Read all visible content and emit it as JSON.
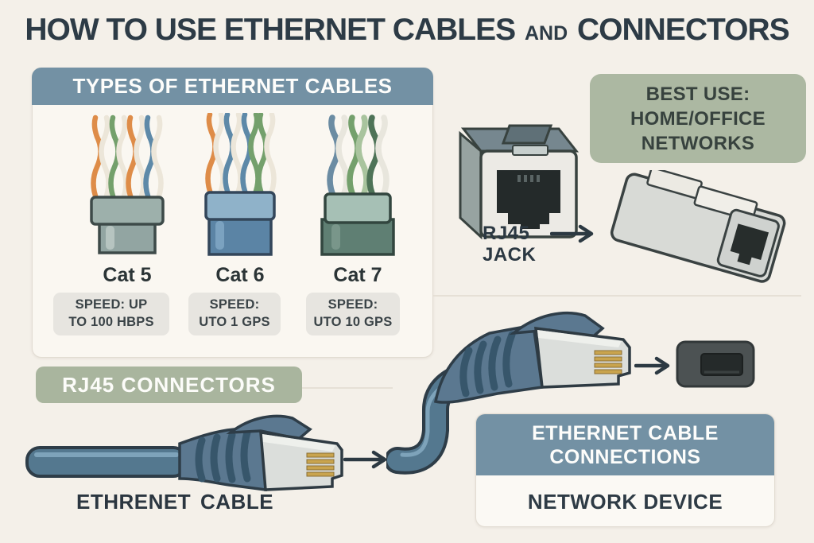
{
  "title": {
    "main_before_and": "HOW TO USE ETHERNET CABLES",
    "and_word": "AND",
    "main_after_and": "CONNECTORS"
  },
  "cable_types_panel": {
    "header": "TYPES OF ETHERNET CABLES",
    "cables": [
      {
        "label": "Cat 5",
        "speed_line1": "SPEED: UP",
        "speed_line2": "TO 100 HBPS"
      },
      {
        "label": "Cat 6",
        "speed_line1": "SPEED:",
        "speed_line2": "UTO 1 GPS"
      },
      {
        "label": "Cat 7",
        "speed_line1": "SPEED:",
        "speed_line2": "UTO 10 GPS"
      }
    ]
  },
  "best_use_box": {
    "line1": "BEST USE:",
    "line2": "HOME/OFFICE",
    "line3": "NETWORKS"
  },
  "rj45_jack_label": {
    "line1": "RJ45",
    "line2": "JACK"
  },
  "rj45_connectors_bar": {
    "label": "RJ45 CONNECTORS"
  },
  "ethernet_cable_label": {
    "word1": "ETHRENET",
    "word2": "CABLE"
  },
  "connections_card": {
    "header_line1": "ETHERNET CABLE",
    "header_line2": "CONNECTIONS",
    "body_label": "NETWORK DEVICE"
  },
  "colors": {
    "background": "#f4f0e9",
    "title_text": "#2d3b46",
    "blue_header": "#7391a4",
    "panel_bg": "#faf7f1",
    "speed_box_bg": "#e7e5e0",
    "sage_green": "#acb8a2",
    "sage_bar": "#a9b59e",
    "cable_blue": "#54788f",
    "metal_gray": "#dcdfdd",
    "gold_pins": "#c9a44e",
    "port_gray": "#4c5253",
    "wire_orange": "#de8c48",
    "wire_green": "#74a06c",
    "wire_blue": "#5d89a8",
    "wire_cream": "#ece6d9"
  }
}
